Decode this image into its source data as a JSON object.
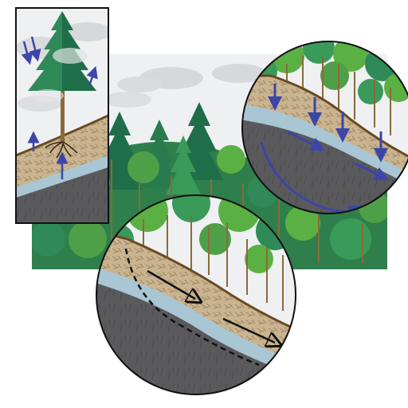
{
  "figure": {
    "panels": [
      {
        "id": "tree-inset",
        "icon": "conifer-tree-icon"
      },
      {
        "id": "forest-background",
        "icon": "forest-icon"
      },
      {
        "id": "upper-right-magnifier",
        "icon": "magnifier-circle-icon"
      },
      {
        "id": "lower-center-magnifier",
        "icon": "magnifier-circle-icon"
      }
    ],
    "colors": {
      "sky": "#eef0f2",
      "cloud": "#d6d8dc",
      "tree_dark": "#1f6e4a",
      "tree_mid": "#2f8a57",
      "tree_light": "#5bb043",
      "trunk": "#8a6a3a",
      "topsoil": "#c9b48f",
      "litter_line": "#6b4a22",
      "subsoil": "#a9c6d4",
      "bedrock": "#5a5a5c",
      "water_arrow": "#3b46a8",
      "flow_arrow": "#111111",
      "frame": "#111111"
    }
  }
}
